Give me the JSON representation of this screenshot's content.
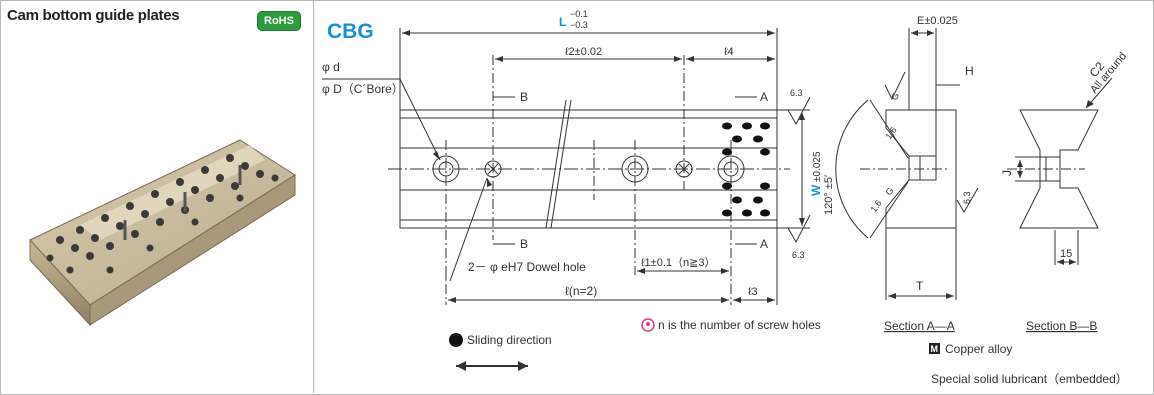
{
  "panel": {
    "title": "Cam bottom guide plates",
    "rohs_badge": "RoHS",
    "photo_icon": "guide-plate-product-photo"
  },
  "drawing": {
    "code": "CBG",
    "L_label": "L",
    "L_tol_upper": "−0.1",
    "L_tol_lower": "−0.3",
    "l2_label": "ℓ2±0.02",
    "l4_label": "ℓ4",
    "phi_d": "φ d",
    "phi_D": "φ D（C´Bore）",
    "section_B_top": "B",
    "section_B_bottom": "B",
    "section_A_top": "A",
    "section_A_bottom": "A",
    "roughness": "6.3",
    "W_label": "W",
    "W_tol": "±0.025",
    "dowel_label": "2－ φ eH7 Dowel hole",
    "l1_label": "ℓ1±0.1（n≧3）",
    "l_label": "ℓ(n=2)",
    "l3_label": "ℓ3",
    "sliding_label": "Sliding direction",
    "note_text": "n is the number of screw holes",
    "angle_label": "120° ±5′",
    "E_label": "E±0.025",
    "H_label": "H",
    "T_label": "T",
    "G_label": "G",
    "chamfer_1_6": "1.6",
    "section_AA": "Section A—A",
    "C2_label": "C2",
    "all_around": "All around",
    "J_label": "J",
    "fifteen": "15",
    "section_BB": "Section B—B",
    "material_badge": "M",
    "material": "Copper alloy",
    "lubricant": "Special solid lubricant（embedded）"
  },
  "colors": {
    "accent_blue": "#1a8fd6",
    "rohs_green": "#2e9a3e",
    "note_pink": "#e0408a",
    "line": "#333333"
  }
}
